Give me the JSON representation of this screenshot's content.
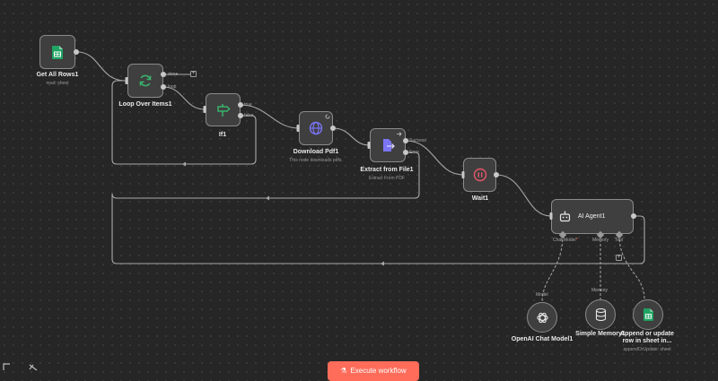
{
  "nodes": {
    "get_all_rows": {
      "title": "Get All Rows1",
      "subtitle": "read: sheet"
    },
    "loop_over_items": {
      "title": "Loop Over Items1",
      "port_done": "done",
      "port_loop": "loop"
    },
    "if": {
      "title": "If1",
      "port_true": "true",
      "port_false": "false"
    },
    "download_pdf": {
      "title": "Download Pdf1",
      "subtitle": "This node downloads pdfs."
    },
    "extract_from_file": {
      "title": "Extract from File1",
      "subtitle": "Extract From PDF",
      "port_success": "Success",
      "port_error": "Error"
    },
    "wait": {
      "title": "Wait1"
    },
    "ai_agent": {
      "title": "AI Agent1",
      "port_chat_model": "Chat Model",
      "port_chat_model_required": "*",
      "port_memory": "Memory",
      "port_tool": "Tool"
    },
    "openai_chat_model": {
      "title": "OpenAI Chat Model1",
      "port_label": "Model"
    },
    "simple_memory": {
      "title": "Simple Memory1",
      "port_label": "Memory"
    },
    "append_update": {
      "title_line1": "Append or update",
      "title_line2": "row in sheet in...",
      "subtitle": "appendOrUpdate: sheet"
    }
  },
  "toolbar": {
    "execute_label": "Execute workflow"
  },
  "colors": {
    "canvas": "#262626",
    "node_fill": "#3f3f3f",
    "node_border": "#8a8a8a",
    "wire": "#a8a8a8",
    "accent": "#ff6d5a",
    "sheets_green": "#1fa463",
    "loop_green": "#39b36c",
    "globe_purple": "#7b74f5",
    "wait_red": "#e8576a"
  },
  "icons": {
    "get_all_rows": "google-sheets-icon",
    "loop": "refresh-icon",
    "if": "signpost-icon",
    "download": "globe-icon",
    "extract": "file-export-icon",
    "wait": "pause-icon",
    "agent": "robot-icon",
    "openai": "openai-icon",
    "memory": "database-icon",
    "append": "google-sheets-icon"
  }
}
